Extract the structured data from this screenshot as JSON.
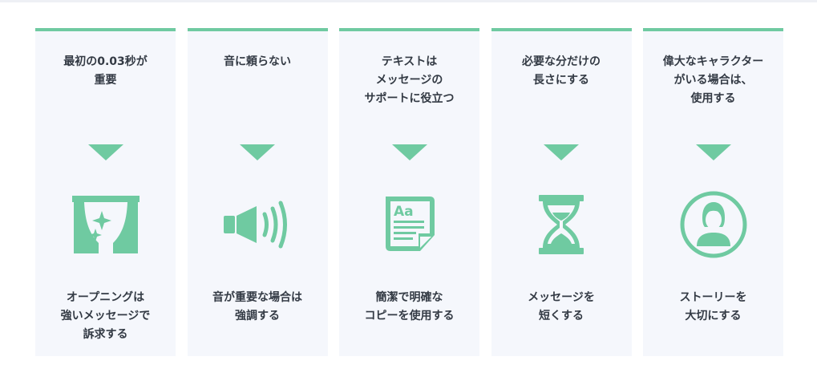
{
  "colors": {
    "accent": "#6fcaa1",
    "card_background": "#f5f7fc",
    "text": "#333a44"
  },
  "cards": [
    {
      "title": "最初の0.03秒が\n重要",
      "icon": "curtain-sparkle-icon",
      "description": "オープニングは\n強いメッセージで\n訴求する"
    },
    {
      "title": "音に頼らない",
      "icon": "speaker-icon",
      "description": "音が重要な場合は\n強調する"
    },
    {
      "title": "テキストは\nメッセージの\nサポートに役立つ",
      "icon": "document-text-icon",
      "icon_text": "Aa",
      "description": "簡潔で明確な\nコピーを使用する"
    },
    {
      "title": "必要な分だけの\n長さにする",
      "icon": "hourglass-icon",
      "description": "メッセージを\n短くする"
    },
    {
      "title": "偉大なキャラクター\nがいる場合は、\n使用する",
      "icon": "person-circle-icon",
      "description": "ストーリーを\n大切にする"
    }
  ]
}
